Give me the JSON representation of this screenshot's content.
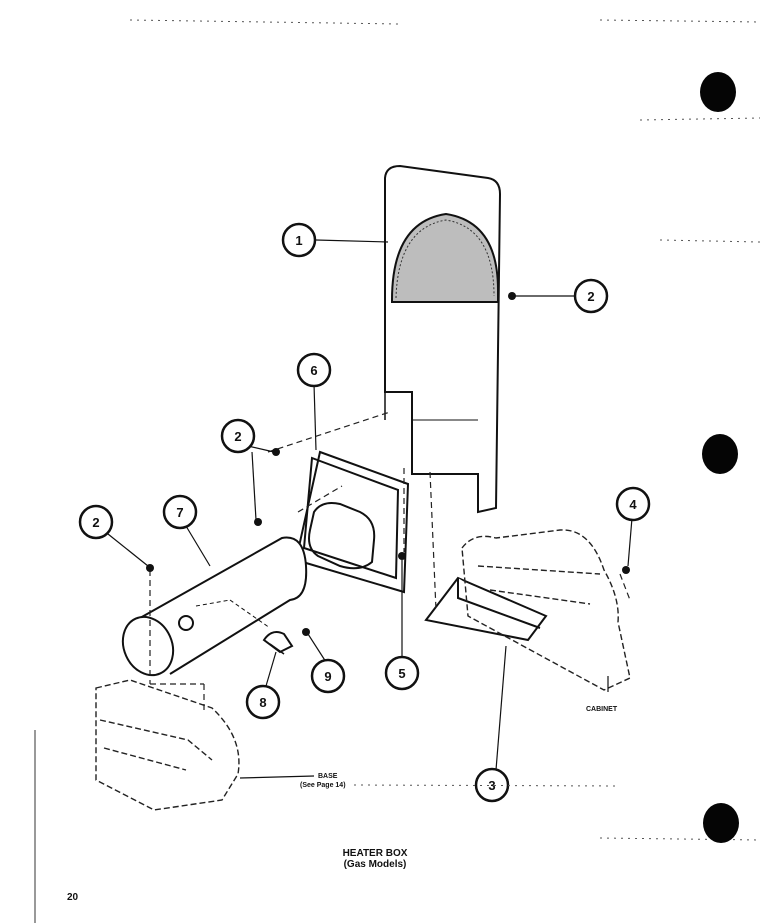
{
  "callouts": [
    {
      "id": "c1",
      "number": "1"
    },
    {
      "id": "c2a",
      "number": "2"
    },
    {
      "id": "c2b",
      "number": "2"
    },
    {
      "id": "c2c",
      "number": "2"
    },
    {
      "id": "c3",
      "number": "3"
    },
    {
      "id": "c4",
      "number": "4"
    },
    {
      "id": "c5",
      "number": "5"
    },
    {
      "id": "c6",
      "number": "6"
    },
    {
      "id": "c7",
      "number": "7"
    },
    {
      "id": "c8",
      "number": "8"
    },
    {
      "id": "c9",
      "number": "9"
    }
  ],
  "labels": {
    "cabinet": "CABINET",
    "base": "BASE",
    "base_note": "(See Page 14)"
  },
  "title": {
    "line1": "HEATER BOX",
    "line2": "(Gas Models)"
  },
  "page_number": "20"
}
